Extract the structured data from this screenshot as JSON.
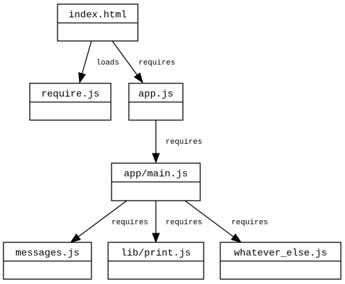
{
  "nodes": {
    "index_html": "index.html",
    "require_js": "require.js",
    "app_js": "app.js",
    "app_main_js": "app/main.js",
    "messages_js": "messages.js",
    "lib_print_js": "lib/print.js",
    "whatever_else_js": "whatever_else.js"
  },
  "edges": {
    "index_to_require": "loads",
    "index_to_app": "requires",
    "app_to_main": "requires",
    "main_to_messages": "requires",
    "main_to_print": "requires",
    "main_to_whatever": "requires"
  }
}
